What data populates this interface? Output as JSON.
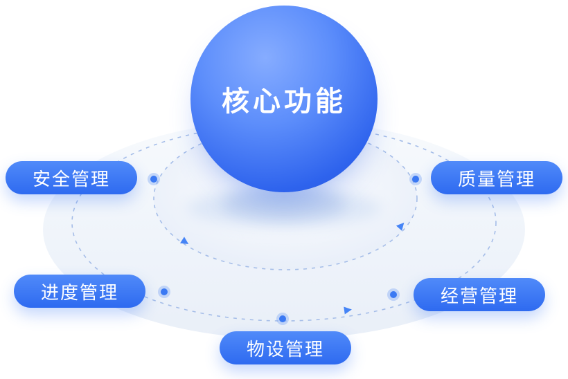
{
  "diagram": {
    "title": "核心功能",
    "nodes": [
      {
        "id": "safety",
        "label": "安全管理",
        "position": "left-top"
      },
      {
        "id": "quality",
        "label": "质量管理",
        "position": "right-top"
      },
      {
        "id": "progress",
        "label": "进度管理",
        "position": "left-bottom"
      },
      {
        "id": "business",
        "label": "经营管理",
        "position": "right-bottom"
      },
      {
        "id": "facility",
        "label": "物设管理",
        "position": "bottom-center"
      }
    ],
    "colors": {
      "sphere_highlight": "#86acff",
      "sphere_base": "#2453d6",
      "pill_top": "#508af9",
      "pill_bottom": "#2e6af0",
      "orbit_dash": "#a5bde8",
      "dot_core": "#3b79f3",
      "dot_halo": "#7aa3f5",
      "arrow": "#4584f6",
      "platform": "#edf2fa",
      "label_text": "#ffffff"
    }
  }
}
